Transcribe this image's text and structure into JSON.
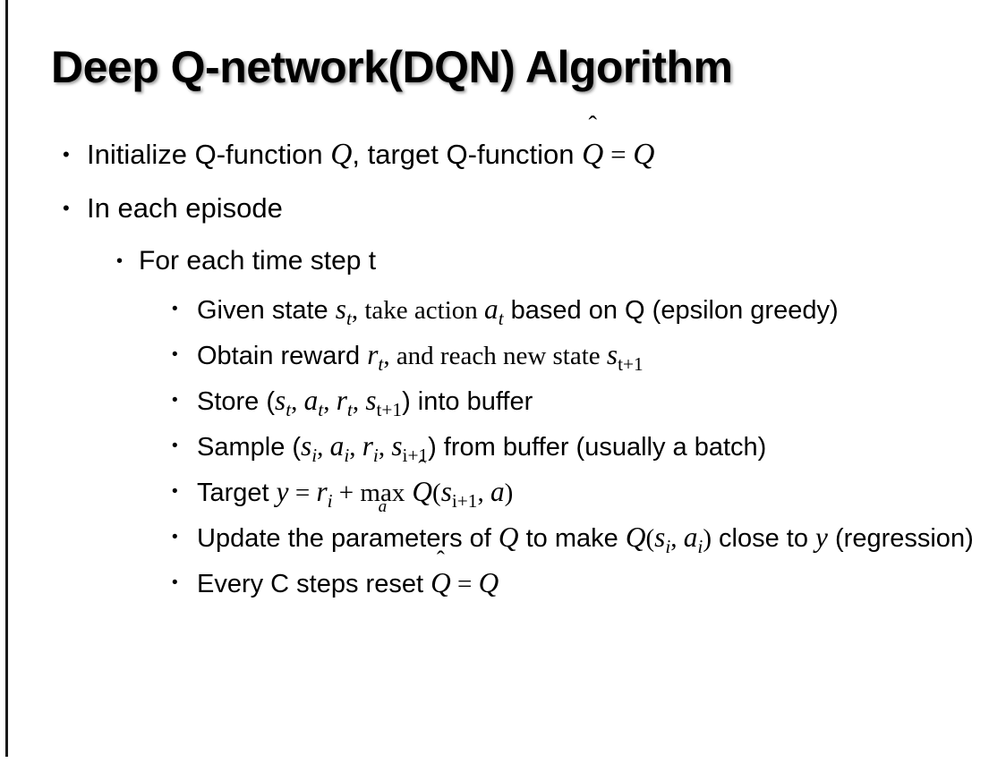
{
  "slide": {
    "title": "Deep Q-network(DQN) Algorithm",
    "background_color": "#ffffff",
    "text_color": "#000000",
    "frame_line_color": "#1a1a1a"
  },
  "bullets": {
    "marker": "•",
    "level1": [
      {
        "id": "initialize",
        "plain": "Initialize Q-function Q, target Q-function Q̂ = Q"
      },
      {
        "id": "in-each-episode",
        "plain": "In each episode"
      }
    ],
    "level2": [
      {
        "id": "for-each-time-step",
        "plain": "For each time step t"
      }
    ],
    "level3": [
      {
        "id": "given-state",
        "plain": "Given state sₜ, take action aₜ based on Q (epsilon greedy)"
      },
      {
        "id": "obtain-reward",
        "plain": "Obtain reward rₜ, and reach new state sₜ₊₁"
      },
      {
        "id": "store",
        "plain": "Store (sₜ, aₜ, rₜ, sₜ₊₁) into buffer"
      },
      {
        "id": "sample",
        "plain": "Sample (sᵢ, aᵢ, rᵢ, sᵢ₊₁) from buffer (usually a batch)"
      },
      {
        "id": "target",
        "plain": "Target y = rᵢ + maxₐ Q̂(sᵢ₊₁, a)"
      },
      {
        "id": "update",
        "plain": "Update the parameters of Q to make Q(sᵢ, aᵢ) close to y (regression)"
      },
      {
        "id": "reset-target",
        "plain": "Every C steps reset Q̂ = Q"
      }
    ]
  },
  "fragments": {
    "initialize_pre": "Initialize Q-function ",
    "initialize_mid": ", target Q-function ",
    "in_each_episode": "In each episode",
    "for_each_time_step": "For each time step t",
    "given_pre": "Given state ",
    "given_mid": ", take action ",
    "given_post": " based on Q (epsilon greedy)",
    "obtain_pre": "Obtain reward ",
    "obtain_mid": ", and reach new state ",
    "store_pre": "Store (",
    "store_post": ") into buffer",
    "sample_pre": "Sample (",
    "sample_post": ") from buffer (usually a batch)",
    "target_pre": "Target ",
    "update_pre": "Update the parameters of ",
    "update_mid": " to make ",
    "update_post": " close to ",
    "update_tail": " (regression)",
    "reset_pre": "Every C steps reset ",
    "comma": ", ",
    "comma_tight": ",",
    "eq": " = ",
    "plus": " + ",
    "lparen": "(",
    "rparen": ")",
    "max": "max",
    "hat": "̂",
    "Q": "Q",
    "y": "y",
    "a": "a",
    "s": "s",
    "r": "r",
    "t": "t",
    "i": "i",
    "t_plus_1": "t+1",
    "i_plus_1": "i+1"
  }
}
